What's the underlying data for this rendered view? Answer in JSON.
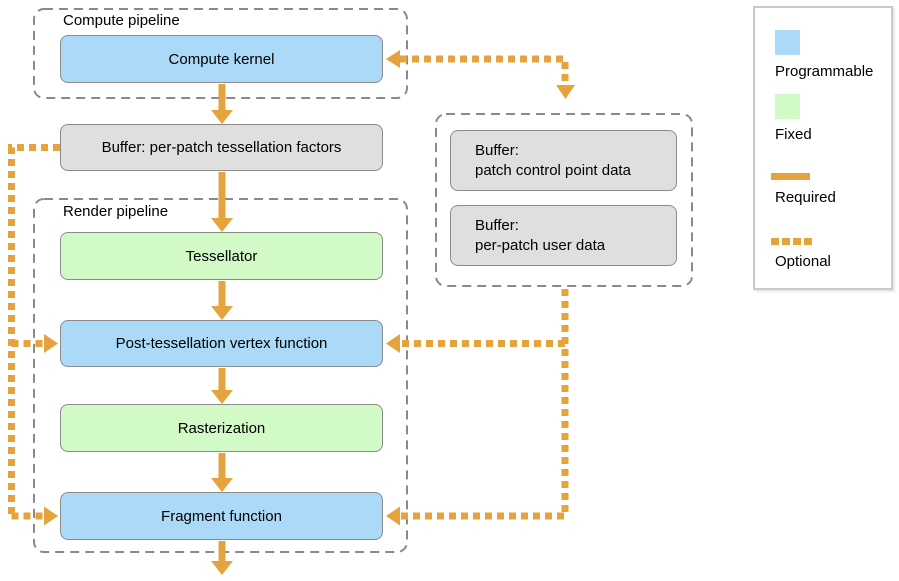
{
  "groups": {
    "compute_pipeline": {
      "label": "Compute pipeline"
    },
    "render_pipeline": {
      "label": "Render pipeline"
    },
    "patch_buffers": {
      "label": ""
    }
  },
  "nodes": {
    "compute_kernel": {
      "label": "Compute kernel",
      "type": "programmable"
    },
    "buffer_tess_factors": {
      "label": "Buffer: per-patch tessellation factors",
      "type": "buffer"
    },
    "tessellator": {
      "label": "Tessellator",
      "type": "fixed"
    },
    "post_tess_vertex": {
      "label": "Post-tessellation vertex function",
      "type": "programmable"
    },
    "rasterization": {
      "label": "Rasterization",
      "type": "fixed"
    },
    "fragment_function": {
      "label": "Fragment function",
      "type": "programmable"
    },
    "buffer_patch_control": {
      "line1": "Buffer:",
      "line2": "patch control point data",
      "type": "buffer"
    },
    "buffer_per_patch_user": {
      "line1": "Buffer:",
      "line2": "per-patch user data",
      "type": "buffer"
    }
  },
  "legend": {
    "programmable": "Programmable",
    "fixed": "Fixed",
    "required": "Required",
    "optional": "Optional"
  },
  "colors": {
    "programmable_fill": "#ABD9F8",
    "fixed_fill": "#D2FAC6",
    "buffer_fill": "#DFDFDF",
    "connector_orange": "#E5A33D",
    "node_border": "#8B8B8B",
    "group_border": "#8A8A8A",
    "legend_border": "#C9C9C9"
  }
}
